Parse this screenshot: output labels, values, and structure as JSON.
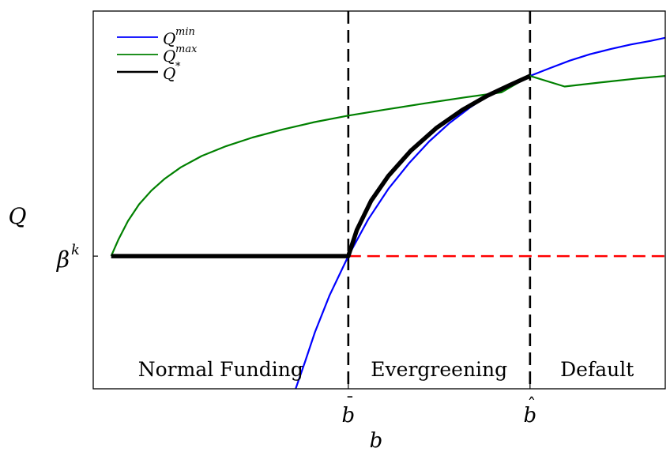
{
  "chart_data": {
    "type": "line",
    "title": "",
    "xlabel": "b",
    "ylabel": "Q",
    "xlim": [
      0,
      1
    ],
    "ylim": [
      0,
      1
    ],
    "grid": false,
    "legend": "top-left",
    "x_ticks": [
      {
        "value": 0.4459,
        "base": "b",
        "accent": "bar"
      },
      {
        "value": 0.7636,
        "base": "b",
        "accent": "hat"
      }
    ],
    "y_ticks": [
      {
        "value": 0.3512,
        "base": "β",
        "sup": "k"
      }
    ],
    "regions": [
      {
        "label": "Normal Funding",
        "x_center": 0.2228
      },
      {
        "label": "Evergreening",
        "x_center": 0.6046
      },
      {
        "label": "Default",
        "x_center": 0.8808
      }
    ],
    "series": [
      {
        "name": "Q",
        "name_sup": "min",
        "color": "#0000ff",
        "style": "solid",
        "points": [
          [
            0.3538,
            0.0
          ],
          [
            0.3705,
            0.0721
          ],
          [
            0.3876,
            0.1498
          ],
          [
            0.4131,
            0.2472
          ],
          [
            0.4459,
            0.3512
          ],
          [
            0.4807,
            0.4484
          ],
          [
            0.5159,
            0.529
          ],
          [
            0.5516,
            0.5965
          ],
          [
            0.5873,
            0.6548
          ],
          [
            0.623,
            0.7037
          ],
          [
            0.6585,
            0.7446
          ],
          [
            0.6944,
            0.7796
          ],
          [
            0.7298,
            0.807
          ],
          [
            0.7636,
            0.8282
          ],
          [
            0.797,
            0.8482
          ],
          [
            0.8331,
            0.8688
          ],
          [
            0.8686,
            0.8858
          ],
          [
            0.9044,
            0.8994
          ],
          [
            0.9398,
            0.9116
          ],
          [
            0.9749,
            0.9212
          ],
          [
            1.0,
            0.9292
          ]
        ]
      },
      {
        "name": "Q",
        "name_sup": "max",
        "color": "#008000",
        "style": "solid",
        "points": [
          [
            0.0314,
            0.3512
          ],
          [
            0.0443,
            0.3961
          ],
          [
            0.0608,
            0.4444
          ],
          [
            0.0802,
            0.4884
          ],
          [
            0.1017,
            0.5246
          ],
          [
            0.1252,
            0.5563
          ],
          [
            0.1532,
            0.5863
          ],
          [
            0.1897,
            0.6163
          ],
          [
            0.2324,
            0.6425
          ],
          [
            0.2784,
            0.6653
          ],
          [
            0.3306,
            0.6865
          ],
          [
            0.3869,
            0.706
          ],
          [
            0.4459,
            0.7233
          ],
          [
            0.5116,
            0.7393
          ],
          [
            0.5808,
            0.7558
          ],
          [
            0.6502,
            0.7715
          ],
          [
            0.7135,
            0.7848
          ],
          [
            0.7636,
            0.8282
          ],
          [
            0.824,
            0.8003
          ],
          [
            0.8962,
            0.8126
          ],
          [
            0.9513,
            0.8216
          ],
          [
            1.0,
            0.8282
          ]
        ]
      },
      {
        "name": "Q",
        "name_sup": "*",
        "color": "#000000",
        "style": "thick",
        "points": [
          [
            0.0314,
            0.3512
          ],
          [
            0.4459,
            0.3512
          ],
          [
            0.4609,
            0.4207
          ],
          [
            0.4858,
            0.4977
          ],
          [
            0.5159,
            0.5634
          ],
          [
            0.5552,
            0.6303
          ],
          [
            0.6006,
            0.6912
          ],
          [
            0.645,
            0.7379
          ],
          [
            0.689,
            0.7759
          ],
          [
            0.7293,
            0.8048
          ],
          [
            0.7636,
            0.8282
          ]
        ]
      }
    ],
    "reference_lines": [
      {
        "orientation": "vertical",
        "x": 0.4459,
        "color": "#000000",
        "style": "dashed"
      },
      {
        "orientation": "vertical",
        "x": 0.7636,
        "color": "#000000",
        "style": "dashed"
      },
      {
        "orientation": "horizontal",
        "y": 0.3512,
        "x_from": 0.4459,
        "x_to": 1.0,
        "color": "#ff0000",
        "style": "dashed"
      }
    ]
  }
}
